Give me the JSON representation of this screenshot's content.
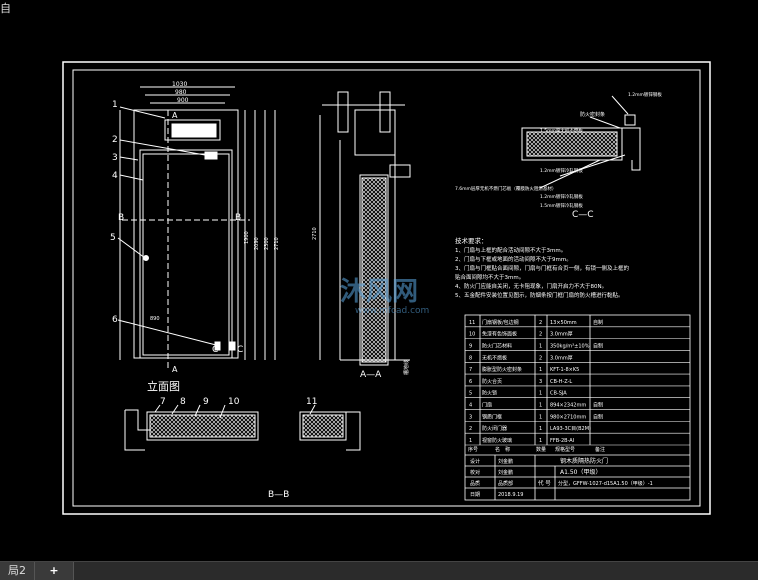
{
  "header": {
    "title_fragment": "自"
  },
  "tabs": [
    {
      "label": "局2"
    }
  ],
  "tab_add_label": "+",
  "drawing": {
    "elevation": {
      "dims": [
        "1030",
        "980",
        "900"
      ],
      "left_dims": [
        "2710",
        "2090",
        "1900",
        "2300"
      ],
      "width_dim": "890",
      "sec_b": "B",
      "sec_c": "C",
      "sec_a": "A",
      "caption": "立面图",
      "callouts": [
        "1",
        "2",
        "3",
        "4",
        "5",
        "6"
      ]
    },
    "section_aa": {
      "caption": "A—A",
      "dim_left": "2710",
      "dim_bottom": "槽地线"
    },
    "section_bb": {
      "caption": "B—B",
      "callouts": [
        "7",
        "8",
        "9",
        "10",
        "11"
      ]
    },
    "section_cc": {
      "caption": "C—C",
      "notes": [
        "1.2mm镀锌钢板",
        "防火密封条",
        "1.5mm厚无机不燃板",
        "1.2mm镀锌冷轧钢板",
        "7.6mm层厚无机不燃门芯板（覆膜防火阻燃基材）",
        "1.2mm镀锌冷轧钢板",
        "1.5mm镀锌冷轧钢板"
      ]
    },
    "tech": {
      "title": "技术要求：",
      "lines": [
        "1、门扇与上框的配合活动间隙不大于3mm。",
        "2、门扇与下框或地面的活动间隙不大于9mm。",
        "3、门扇与门框贴合面间隙，门扇与门框有合页一侧，有锁一侧及上框的",
        "   贴合面间隙均不大于3mm。",
        "4、防火门应能自关闭，无卡阻现象，门扇开启力不大于80N。",
        "5、五金配件安装位置见图示，防烟条按门框门扇的防火槽进行黏贴。"
      ]
    },
    "bom": [
      {
        "no": "11",
        "name": "门扇钢板/包边钢",
        "qty": "2",
        "spec": "13×50mm",
        "note": "自制"
      },
      {
        "no": "10",
        "name": "免漆有色饰面板",
        "qty": "2",
        "spec": "3.0mm厚",
        "note": ""
      },
      {
        "no": "9",
        "name": "防火门芯材料",
        "qty": "1",
        "spec": "350kg/m³±10%",
        "note": "自制"
      },
      {
        "no": "8",
        "name": "无机不燃板",
        "qty": "2",
        "spec": "3.0mm厚",
        "note": ""
      },
      {
        "no": "7",
        "name": "膨胀型防火密封条",
        "qty": "1",
        "spec": "KFT-1-8×K5",
        "note": ""
      },
      {
        "no": "6",
        "name": "防火合页",
        "qty": "3",
        "spec": "CB-H-Z-L",
        "note": ""
      },
      {
        "no": "5",
        "name": "防火锁",
        "qty": "1",
        "spec": "CB-SJA",
        "note": ""
      },
      {
        "no": "4",
        "name": "门扇",
        "qty": "1",
        "spec": "894×2342mm",
        "note": "自制"
      },
      {
        "no": "3",
        "name": "钢质门框",
        "qty": "1",
        "spec": "980×2710mm",
        "note": "自制"
      },
      {
        "no": "2",
        "name": "防火闭门器",
        "qty": "1",
        "spec": "LA93-3C目(B2M)",
        "note": ""
      },
      {
        "no": "1",
        "name": "视窗防火玻璃",
        "qty": "1",
        "spec": "FFB-2B-AI",
        "note": ""
      }
    ],
    "bom_header": {
      "no": "序号",
      "name": "名　称",
      "qty": "数量",
      "spec": "规格型号",
      "note": "备注"
    },
    "title_block": {
      "product": "钢木质隔热防火门",
      "scale": "A1.50（甲级）",
      "model_label": "代 号",
      "model": "分型，GFFW-1027-d15A1.50（甲级）-1",
      "rows": [
        {
          "role": "设计",
          "name": "刘金鹏"
        },
        {
          "role": "校对",
          "name": "刘金鹏"
        },
        {
          "role": "品质",
          "name": "品质部"
        },
        {
          "role": "日期",
          "name": "2018.9.19"
        }
      ]
    },
    "watermark": {
      "text": "沐风网",
      "url": "www.mfcad.com"
    }
  }
}
